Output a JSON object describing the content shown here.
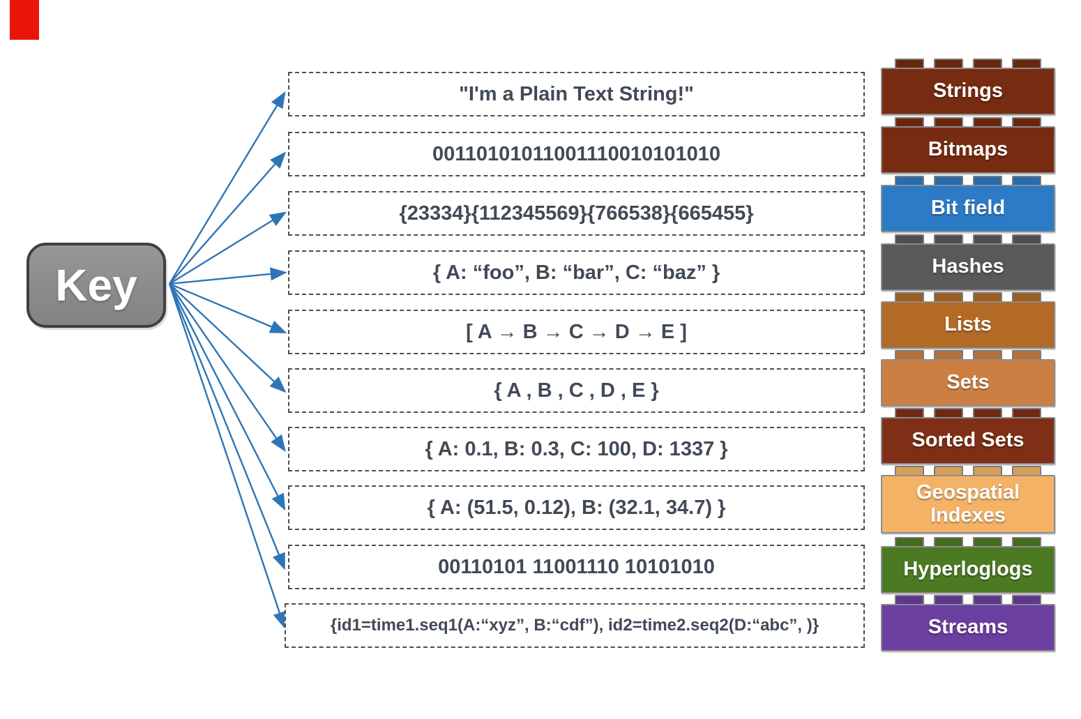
{
  "page": {
    "background": "#ffffff"
  },
  "corner_marker": {
    "color": "#ea1508"
  },
  "key": {
    "label": "Key",
    "fill": "#8c8c8c",
    "border": "#3f3f3f",
    "text_color": "#ffffff"
  },
  "arrows": {
    "color": "#2e75b6",
    "count": 10
  },
  "example_text_color": "#414a57",
  "rows": [
    {
      "id": "strings",
      "example": "\"I'm a Plain Text String!\"",
      "type": "Strings",
      "color": "#772b10"
    },
    {
      "id": "bitmaps",
      "example": "00110101011001110010101010",
      "type": "Bitmaps",
      "color": "#772b10"
    },
    {
      "id": "bit-field",
      "example": "{23334}{112345569}{766538}{665455}",
      "type": "Bit field",
      "color": "#2c7bc6"
    },
    {
      "id": "hashes",
      "example": "{ A: “foo”, B: “bar”, C: “baz”  }",
      "type": "Hashes",
      "color": "#59595b"
    },
    {
      "id": "lists",
      "example": "[ A → B → C → D → E ]",
      "type": "Lists",
      "color": "#b26a24"
    },
    {
      "id": "sets",
      "example": "{  A , B , C , D , E  }",
      "type": "Sets",
      "color": "#cc7f43"
    },
    {
      "id": "sorted-sets",
      "example": "{ A: 0.1, B: 0.3, C: 100, D: 1337 }",
      "type": "Sorted Sets",
      "color": "#7e2f15"
    },
    {
      "id": "geospatial-indexes",
      "example": "{ A: (51.5, 0.12), B: (32.1, 34.7)  }",
      "type": "Geospatial Indexes",
      "color": "#f4b266"
    },
    {
      "id": "hyperloglogs",
      "example": "00110101 11001110 10101010",
      "type": "Hyperloglogs",
      "color": "#4c7a23"
    },
    {
      "id": "streams",
      "example": "{id1=time1.seq1(A:“xyz”, B:“cdf”), id2=time2.seq2(D:“abc”, )}",
      "type": "Streams",
      "color": "#6b3fa0"
    }
  ]
}
